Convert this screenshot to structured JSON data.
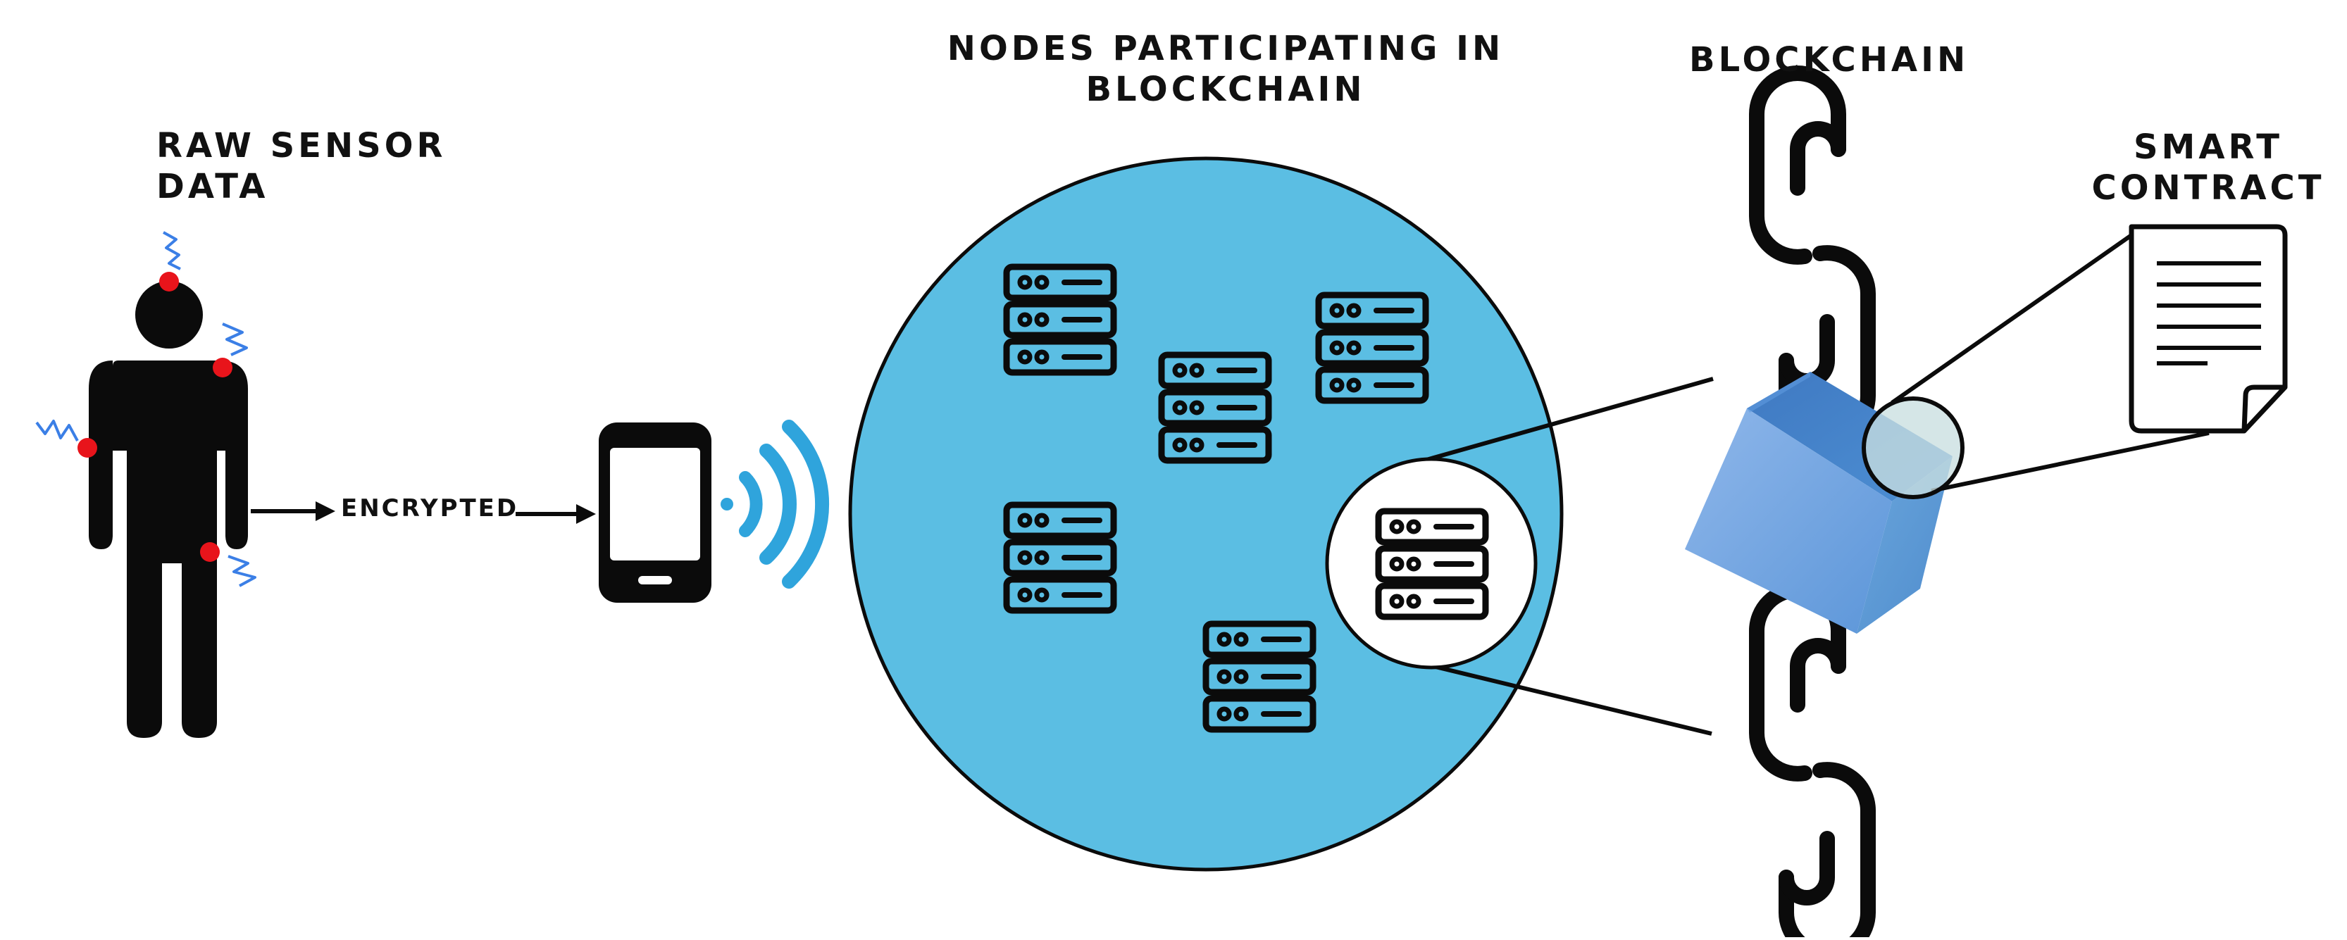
{
  "labels": {
    "raw_sensor": [
      "RAW SENSOR",
      "DATA"
    ],
    "encrypted": "ENCRYPTED",
    "nodes": [
      "NODES PARTICIPATING IN",
      "BLOCKCHAIN"
    ],
    "blockchain": "BLOCKCHAIN",
    "smart_contract": [
      "SMART",
      "CONTRACT"
    ]
  },
  "colors": {
    "node_circle": "#5bbee3",
    "signal": "#2fa4dc",
    "sensor_dot": "#e8141b",
    "wave": "#3b7fe6",
    "cube": "#4d8fd3",
    "ink": "#0b0b0b"
  },
  "icons": [
    "person-icon",
    "smartphone-icon",
    "wifi-signal-icon",
    "server-icon",
    "chain-link-icon",
    "block-cube-icon",
    "document-icon",
    "magnifier-icon"
  ]
}
